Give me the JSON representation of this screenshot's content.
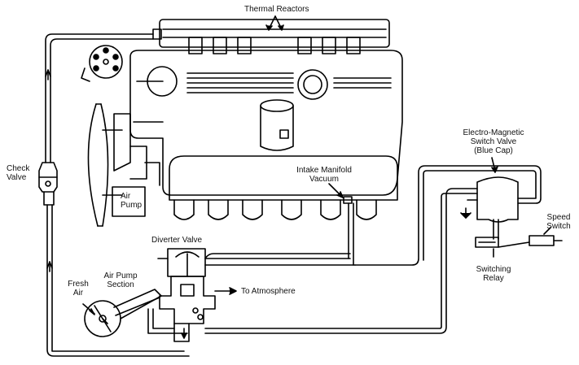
{
  "labels": {
    "thermal_reactors": "Thermal Reactors",
    "check_valve": [
      "Check",
      "Valve"
    ],
    "air_pump": [
      "Air",
      "Pump"
    ],
    "intake_manifold_vacuum": [
      "Intake Manifold",
      "Vacuum"
    ],
    "electro_magnetic_switch_valve": [
      "Electro-Magnetic",
      "Switch Valve",
      "(Blue Cap)"
    ],
    "speed_switch": [
      "Speed",
      "Switch"
    ],
    "switching_relay": [
      "Switching",
      "Relay"
    ],
    "diverter_valve": "Diverter Valve",
    "fresh_air": [
      "Fresh",
      "Air"
    ],
    "air_pump_section": [
      "Air Pump",
      "Section"
    ],
    "to_atmosphere": "To Atmosphere"
  }
}
